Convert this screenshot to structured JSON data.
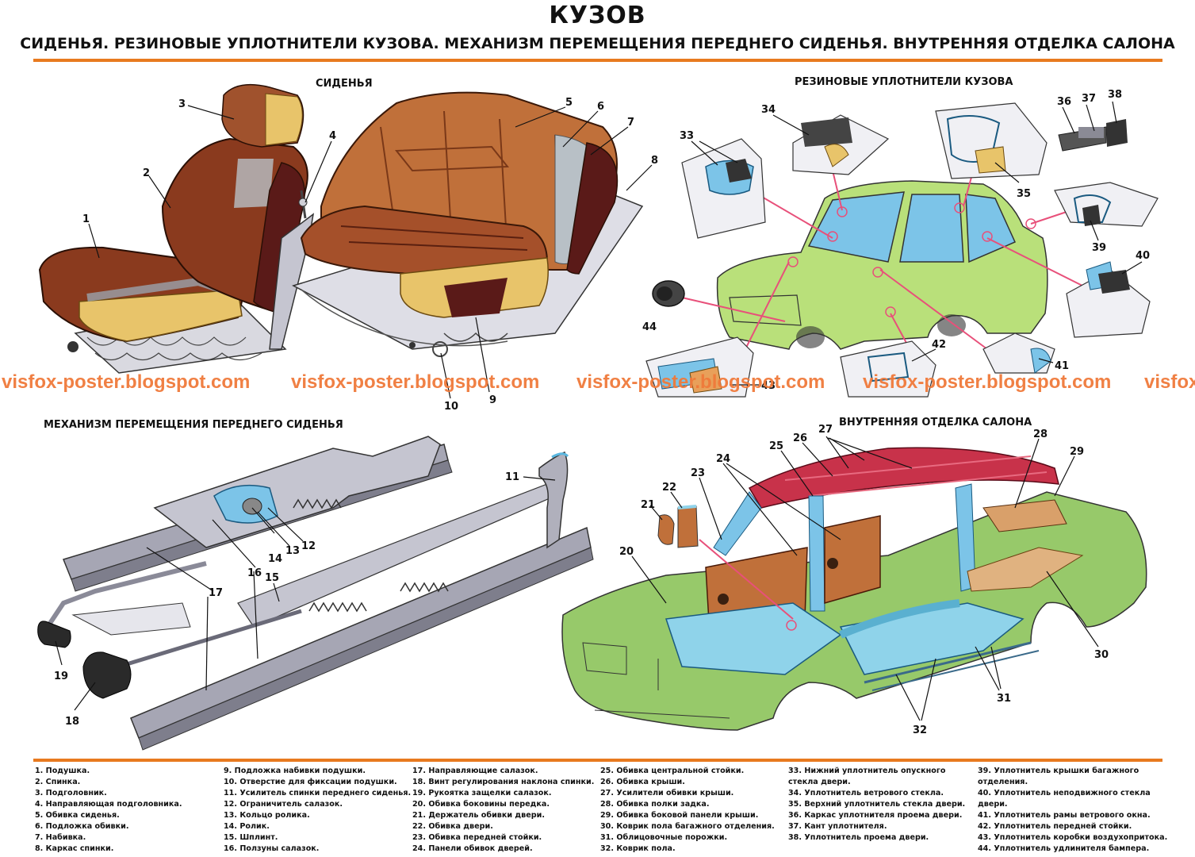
{
  "header": {
    "title": "КУЗОВ",
    "subtitle": "СИДЕНЬЯ. РЕЗИНОВЫЕ УПЛОТНИТЕЛИ КУЗОВА. МЕХАНИЗМ ПЕРЕМЕЩЕНИЯ ПЕРЕДНЕГО СИДЕНЬЯ. ВНУТРЕННЯЯ ОТДЕЛКА САЛОНА"
  },
  "sections": {
    "seats": "СИДЕНЬЯ",
    "seals": "РЕЗИНОВЫЕ УПЛОТНИТЕЛИ КУЗОВА",
    "mechanism": "МЕХАНИЗМ ПЕРЕМЕЩЕНИЯ ПЕРЕДНЕГО СИДЕНЬЯ",
    "interior": "ВНУТРЕННЯЯ ОТДЕЛКА САЛОНА"
  },
  "watermark": "visfox-poster.blogspot.com",
  "watermark_partial": "visfox",
  "callouts": [
    "1",
    "2",
    "3",
    "4",
    "5",
    "6",
    "7",
    "8",
    "9",
    "10",
    "11",
    "12",
    "13",
    "14",
    "15",
    "16",
    "17",
    "18",
    "19",
    "20",
    "21",
    "22",
    "23",
    "24",
    "25",
    "26",
    "27",
    "28",
    "29",
    "30",
    "31",
    "32",
    "33",
    "34",
    "35",
    "36",
    "37",
    "38",
    "39",
    "40",
    "41",
    "42",
    "43",
    "44"
  ],
  "legend": {
    "col1": [
      "1. Подушка.",
      "2. Спинка.",
      "3. Подголовник.",
      "4. Направляющая подголовника.",
      "5. Обивка сиденья.",
      "6. Подложка обивки.",
      "7. Набивка.",
      "8. Каркас спинки."
    ],
    "col2": [
      "9. Подложка набивки подушки.",
      "10. Отверстие для фиксации подушки.",
      "11. Усилитель спинки переднего сиденья.",
      "12. Ограничитель салазок.",
      "13. Кольцо ролика.",
      "14. Ролик.",
      "15. Шплинт.",
      "16. Ползуны салазок."
    ],
    "col3": [
      "17. Направляющие салазок.",
      "18. Винт регулирования наклона спинки.",
      "19. Рукоятка защелки салазок.",
      "20. Обивка боковины передка.",
      "21. Держатель обивки двери.",
      "22. Обивка двери.",
      "23. Обивка передней стойки.",
      "24. Панели обивок дверей."
    ],
    "col4": [
      "25. Обивка центральной стойки.",
      "26. Обивка крыши.",
      "27. Усилители обивки крыши.",
      "28. Обивка полки задка.",
      "29. Обивка боковой панели крыши.",
      "30. Коврик пола багажного отделения.",
      "31. Облицовочные порожки.",
      "32. Коврик пола."
    ],
    "col5": [
      "33. Нижний уплотнитель опускного стекла двери.",
      "34. Уплотнитель ветрового стекла.",
      "35. Верхний уплотнитель стекла двери.",
      "36. Каркас уплотнителя проема двери.",
      "37. Кант уплотнителя.",
      "38. Уплотнитель проема двери."
    ],
    "col6": [
      "39. Уплотнитель крышки багажного отделения.",
      "40. Уплотнитель неподвижного стекла двери.",
      "41. Уплотнитель рамы ветрового окна.",
      "42. Уплотнитель передней стойки.",
      "43. Уплотнитель коробки воздухопритока.",
      "44. Уплотнитель удлинителя бампера."
    ]
  },
  "colors": {
    "accent_rule": "#e87a1f",
    "watermark": "#f07a3a",
    "seat_brown": "#8a3a1e",
    "seat_tan": "#e8c46a",
    "body_green": "#b9e07a",
    "glass_blue": "#7cc4e8",
    "roof_red": "#c8324a",
    "interior_cyan": "#8fd3ea",
    "rail_gray": "#a6a6b4"
  }
}
